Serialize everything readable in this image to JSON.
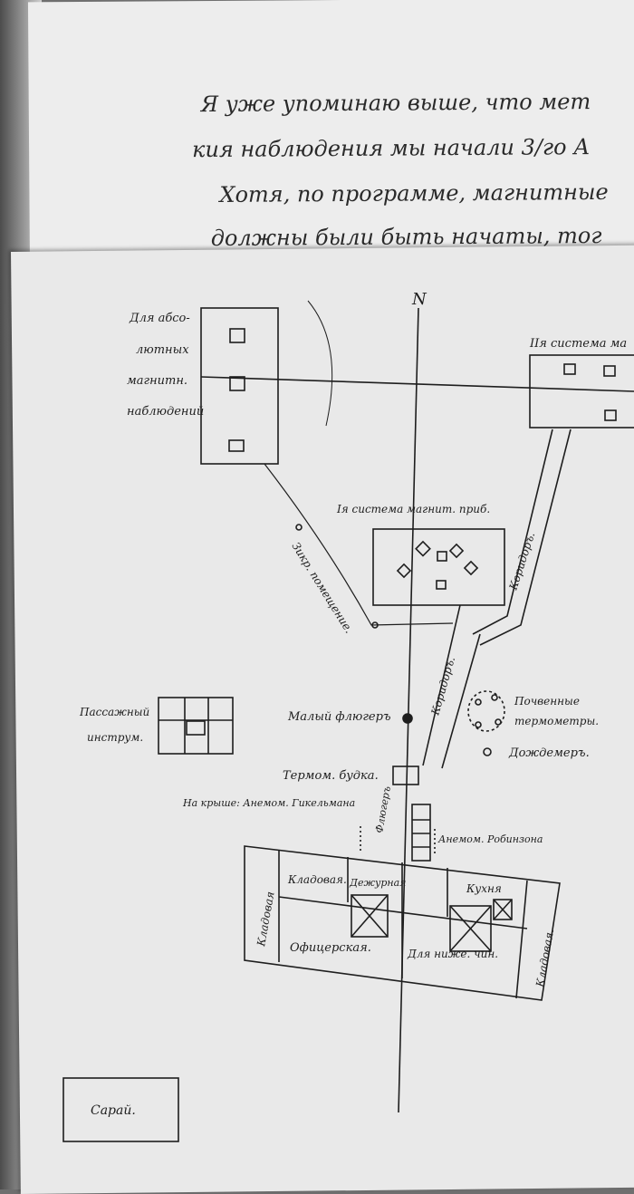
{
  "letter": {
    "lines": [
      "Я уже упоминаю выше, что мет",
      "кия наблюдения мы начали 3/го А",
      "Хотя, по программе, магнитные",
      "должны были быть начаты, тог"
    ]
  },
  "plan": {
    "north": "N",
    "abs_obs_label": [
      "Для абсо-",
      "лютных",
      "магнитн.",
      "наблюдений"
    ],
    "system2_label": "IIя система ма",
    "system1_label": "Iя система магнит. приб.",
    "zikr_label": "Зикр. помещение.",
    "corridor_upper_label": "Коридоръ.",
    "corridor_lower_label": "Коридоръ.",
    "passage_label": [
      "Пассажный",
      "инструм."
    ],
    "small_psychrometer_label": "Малый флюгеръ",
    "soil_thermometers_label": [
      "Почвенные",
      "термометры."
    ],
    "raingauge_label": "Дождемеръ.",
    "thermo_booth_label": "Термом. будка.",
    "roof_label": "На крыше: Анемом. Гикельмана",
    "flyuger_label": "Флюгеръ",
    "robinson_label": "Анемом. Робинзона",
    "storeroom_left": "Кладовая",
    "storeroom_right": "Кладовая.",
    "storeroom_mid": "Кладовая.",
    "duty_label": "Дежурная",
    "kitchen_label": "Кухня",
    "officers_label": "Офицерская.",
    "scientists_label": "Для ниже. чин.",
    "barn_label": "Сарай."
  }
}
